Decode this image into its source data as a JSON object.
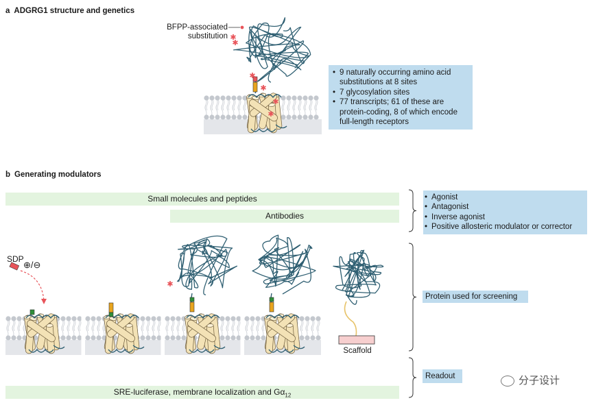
{
  "panel_a": {
    "letter": "a",
    "title": "ADGRG1 structure and genetics",
    "callout_line1": "BFPP-associated",
    "callout_line2": "substitution",
    "facts": [
      "9 naturally occurring amino acid substitutions at 8 sites",
      "7 glycosylation sites",
      "77 transcripts; 61 of these are protein-coding, 8 of which encode full-length receptors"
    ]
  },
  "panel_b": {
    "letter": "b",
    "title": "Generating modulators",
    "bar_small_molecules": "Small molecules and peptides",
    "bar_antibodies": "Antibodies",
    "modulator_types": [
      "Agonist",
      "Antagonist",
      "Inverse agonist",
      "Positive allosteric modulator or corrector"
    ],
    "sdp_label": "SDP",
    "sdp_sign": "⊕/⊖",
    "protein_label": "Protein used for screening",
    "scaffold_label": "Scaffold",
    "readout_label": "Readout",
    "readout_bar_main": "SRE-luciferase, membrane localization and Gα",
    "readout_bar_sub": "12"
  },
  "watermark": "分子设计",
  "colors": {
    "box_blue": "#bfdcee",
    "bar_green": "#e3f4df",
    "helix": "#f3e2b6",
    "chain": "#2f5f72",
    "stalk_orange": "#e8a41e",
    "stalk_green": "#2f8f3a",
    "mutation_red": "#e8545a",
    "scaffold_pink": "#f7cfcf",
    "lipid_head": "#c4c8ce"
  }
}
